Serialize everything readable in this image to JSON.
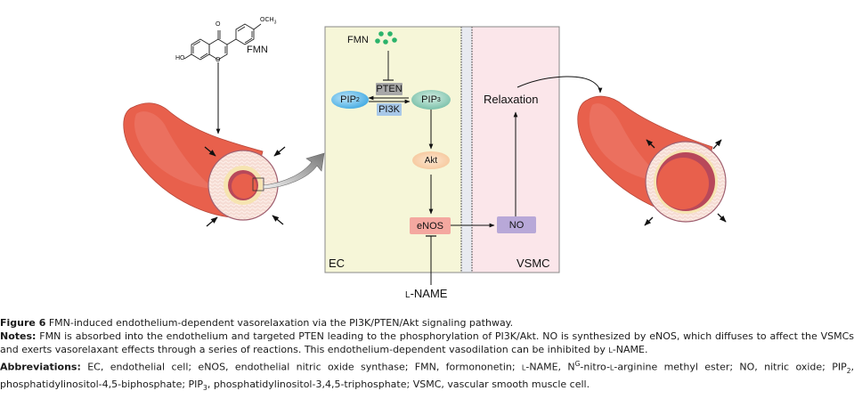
{
  "figure": {
    "molecule": {
      "name": "FMN",
      "substituent_top": "OCH",
      "substituent_top_sub": "3",
      "substituent_left": "HO",
      "carbonyl_O": "O",
      "ring_O": "O"
    },
    "panel": {
      "ec_label": "EC",
      "vsmc_label": "VSMC",
      "fmn_label": "FMN",
      "pten_label": "PTEN",
      "pi3k_label": "PI3K",
      "pip2_label": "PIP",
      "pip2_sub": "2",
      "pip3_label": "PIP",
      "pip3_sub": "3",
      "akt_label": "Akt",
      "enos_label": "eNOS",
      "no_label": "NO",
      "relaxation_label": "Relaxation",
      "colors": {
        "ec_bg": "#f6f6d8",
        "vsmc_bg": "#fbe6ea",
        "membrane_bg": "#e8eaf0",
        "pip2": "#5ab8e8",
        "pip3": "#7ec8b0",
        "pten": "#a8a8a8",
        "pi3k": "#a8c8e8",
        "akt": "#f8d0a8",
        "enos": "#f4a8a0",
        "no": "#b8a8d8",
        "fmn_dots": "#2bb36b"
      }
    },
    "inhibitor_label_prefix": "L",
    "inhibitor_label_rest": "-NAME",
    "vessels": {
      "left_state": "constricted",
      "right_state": "dilated",
      "color": "#e8604c"
    }
  },
  "caption": {
    "figure_label": "Figure 6",
    "title": "FMN-induced endothelium-dependent vasorelaxation via the PI3K/PTEN/Akt signaling pathway.",
    "notes_label": "Notes:",
    "notes_text_1": "FMN is absorbed into the endothelium and targeted PTEN leading to the phosphorylation of PI3K/Akt. NO is synthesized by eNOS, which diffuses to affect the VSMCs and exerts vasorelaxant effects through a series of reactions. This endothelium-dependent vasodilation can be inhibited by ",
    "notes_sc": "l",
    "notes_text_2": "-NAME.",
    "abbr_label": "Abbreviations:",
    "abbr_text_1": "EC, endothelial cell; eNOS, endothelial nitric oxide synthase; FMN, formononetin; ",
    "abbr_sc_1": "l",
    "abbr_text_2": "-NAME, N",
    "abbr_sup": "G",
    "abbr_text_3": "-nitro-",
    "abbr_sc_2": "l",
    "abbr_text_4": "-arginine methyl ester; NO, nitric oxide; PIP",
    "abbr_sub_1": "2",
    "abbr_text_5": ", phosphatidylinositol-4,5-biphosphate; PIP",
    "abbr_sub_2": "3",
    "abbr_text_6": ", phosphatidylinositol-3,4,5-triphosphate; VSMC, vascular smooth muscle cell."
  }
}
